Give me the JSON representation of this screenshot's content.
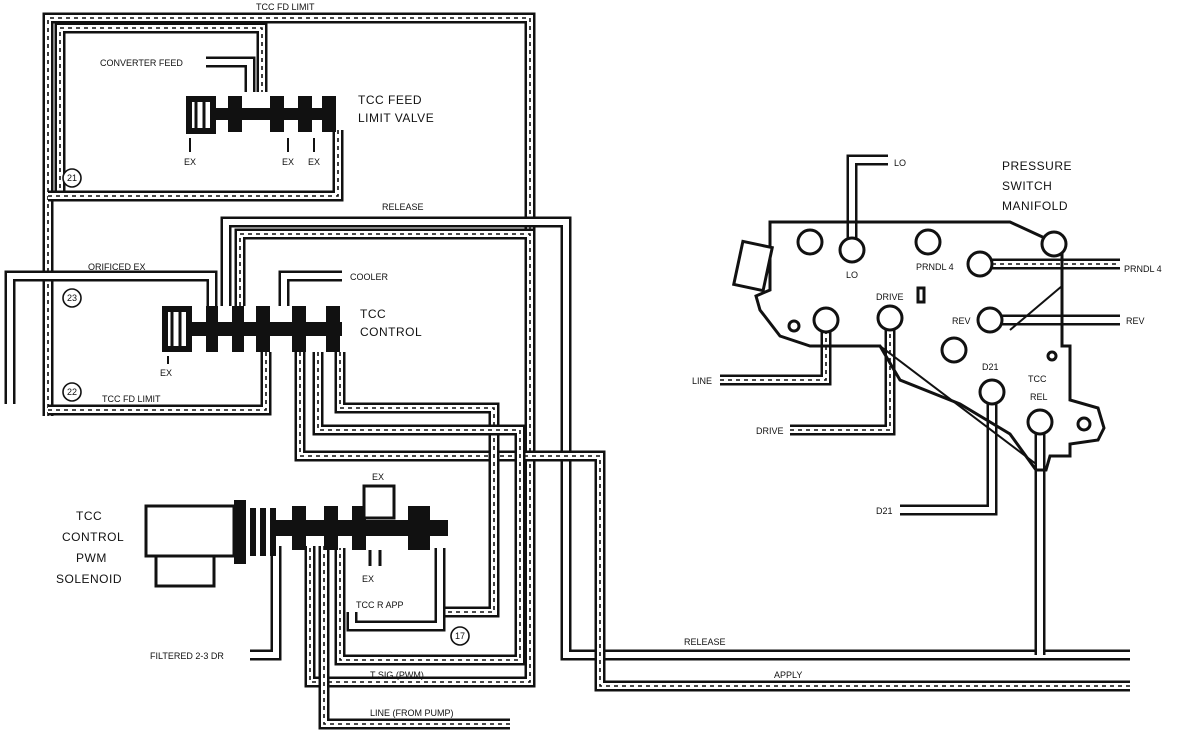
{
  "labels": {
    "tcc_fd_limit_top": "TCC FD LIMIT",
    "converter_feed": "CONVERTER FEED",
    "tcc_feed_limit_valve_1": "TCC FEED",
    "tcc_feed_limit_valve_2": "LIMIT VALVE",
    "ex_a": "EX",
    "ex_b": "EX",
    "ex_c": "EX",
    "circle_21": "21",
    "release_top": "RELEASE",
    "orificed_ex": "ORIFICED EX",
    "cooler": "COOLER",
    "circle_23": "23",
    "tcc_control_1": "TCC",
    "tcc_control_2": "CONTROL",
    "ex_control": "EX",
    "circle_22": "22",
    "tcc_fd_limit_bottom": "TCC FD LIMIT",
    "ex_pwm_top": "EX",
    "ex_pwm_bottom": "EX",
    "pwm_solenoid_1": "TCC",
    "pwm_solenoid_2": "CONTROL",
    "pwm_solenoid_3": "PWM",
    "pwm_solenoid_4": "SOLENOID",
    "tcc_r_app": "TCC R APP",
    "circle_17": "17",
    "filtered_23_dr": "FILTERED 2-3 DR",
    "t_sig_pwm": "T SIG (PWM)",
    "line_from_pump": "LINE (FROM PUMP)",
    "release_bottom": "RELEASE",
    "apply": "APPLY",
    "psm_1": "PRESSURE",
    "psm_2": "SWITCH",
    "psm_3": "MANIFOLD",
    "lo_top": "LO",
    "lo_port": "LO",
    "prndl4_port": "PRNDL 4",
    "prndl4_right": "PRNDL 4",
    "drive_port": "DRIVE",
    "rev_port": "REV",
    "rev_right": "REV",
    "d21_port": "D21",
    "tcc_rel_1": "TCC",
    "tcc_rel_2": "REL",
    "line_left": "LINE",
    "drive_left": "DRIVE",
    "d21_bottom": "D21"
  }
}
